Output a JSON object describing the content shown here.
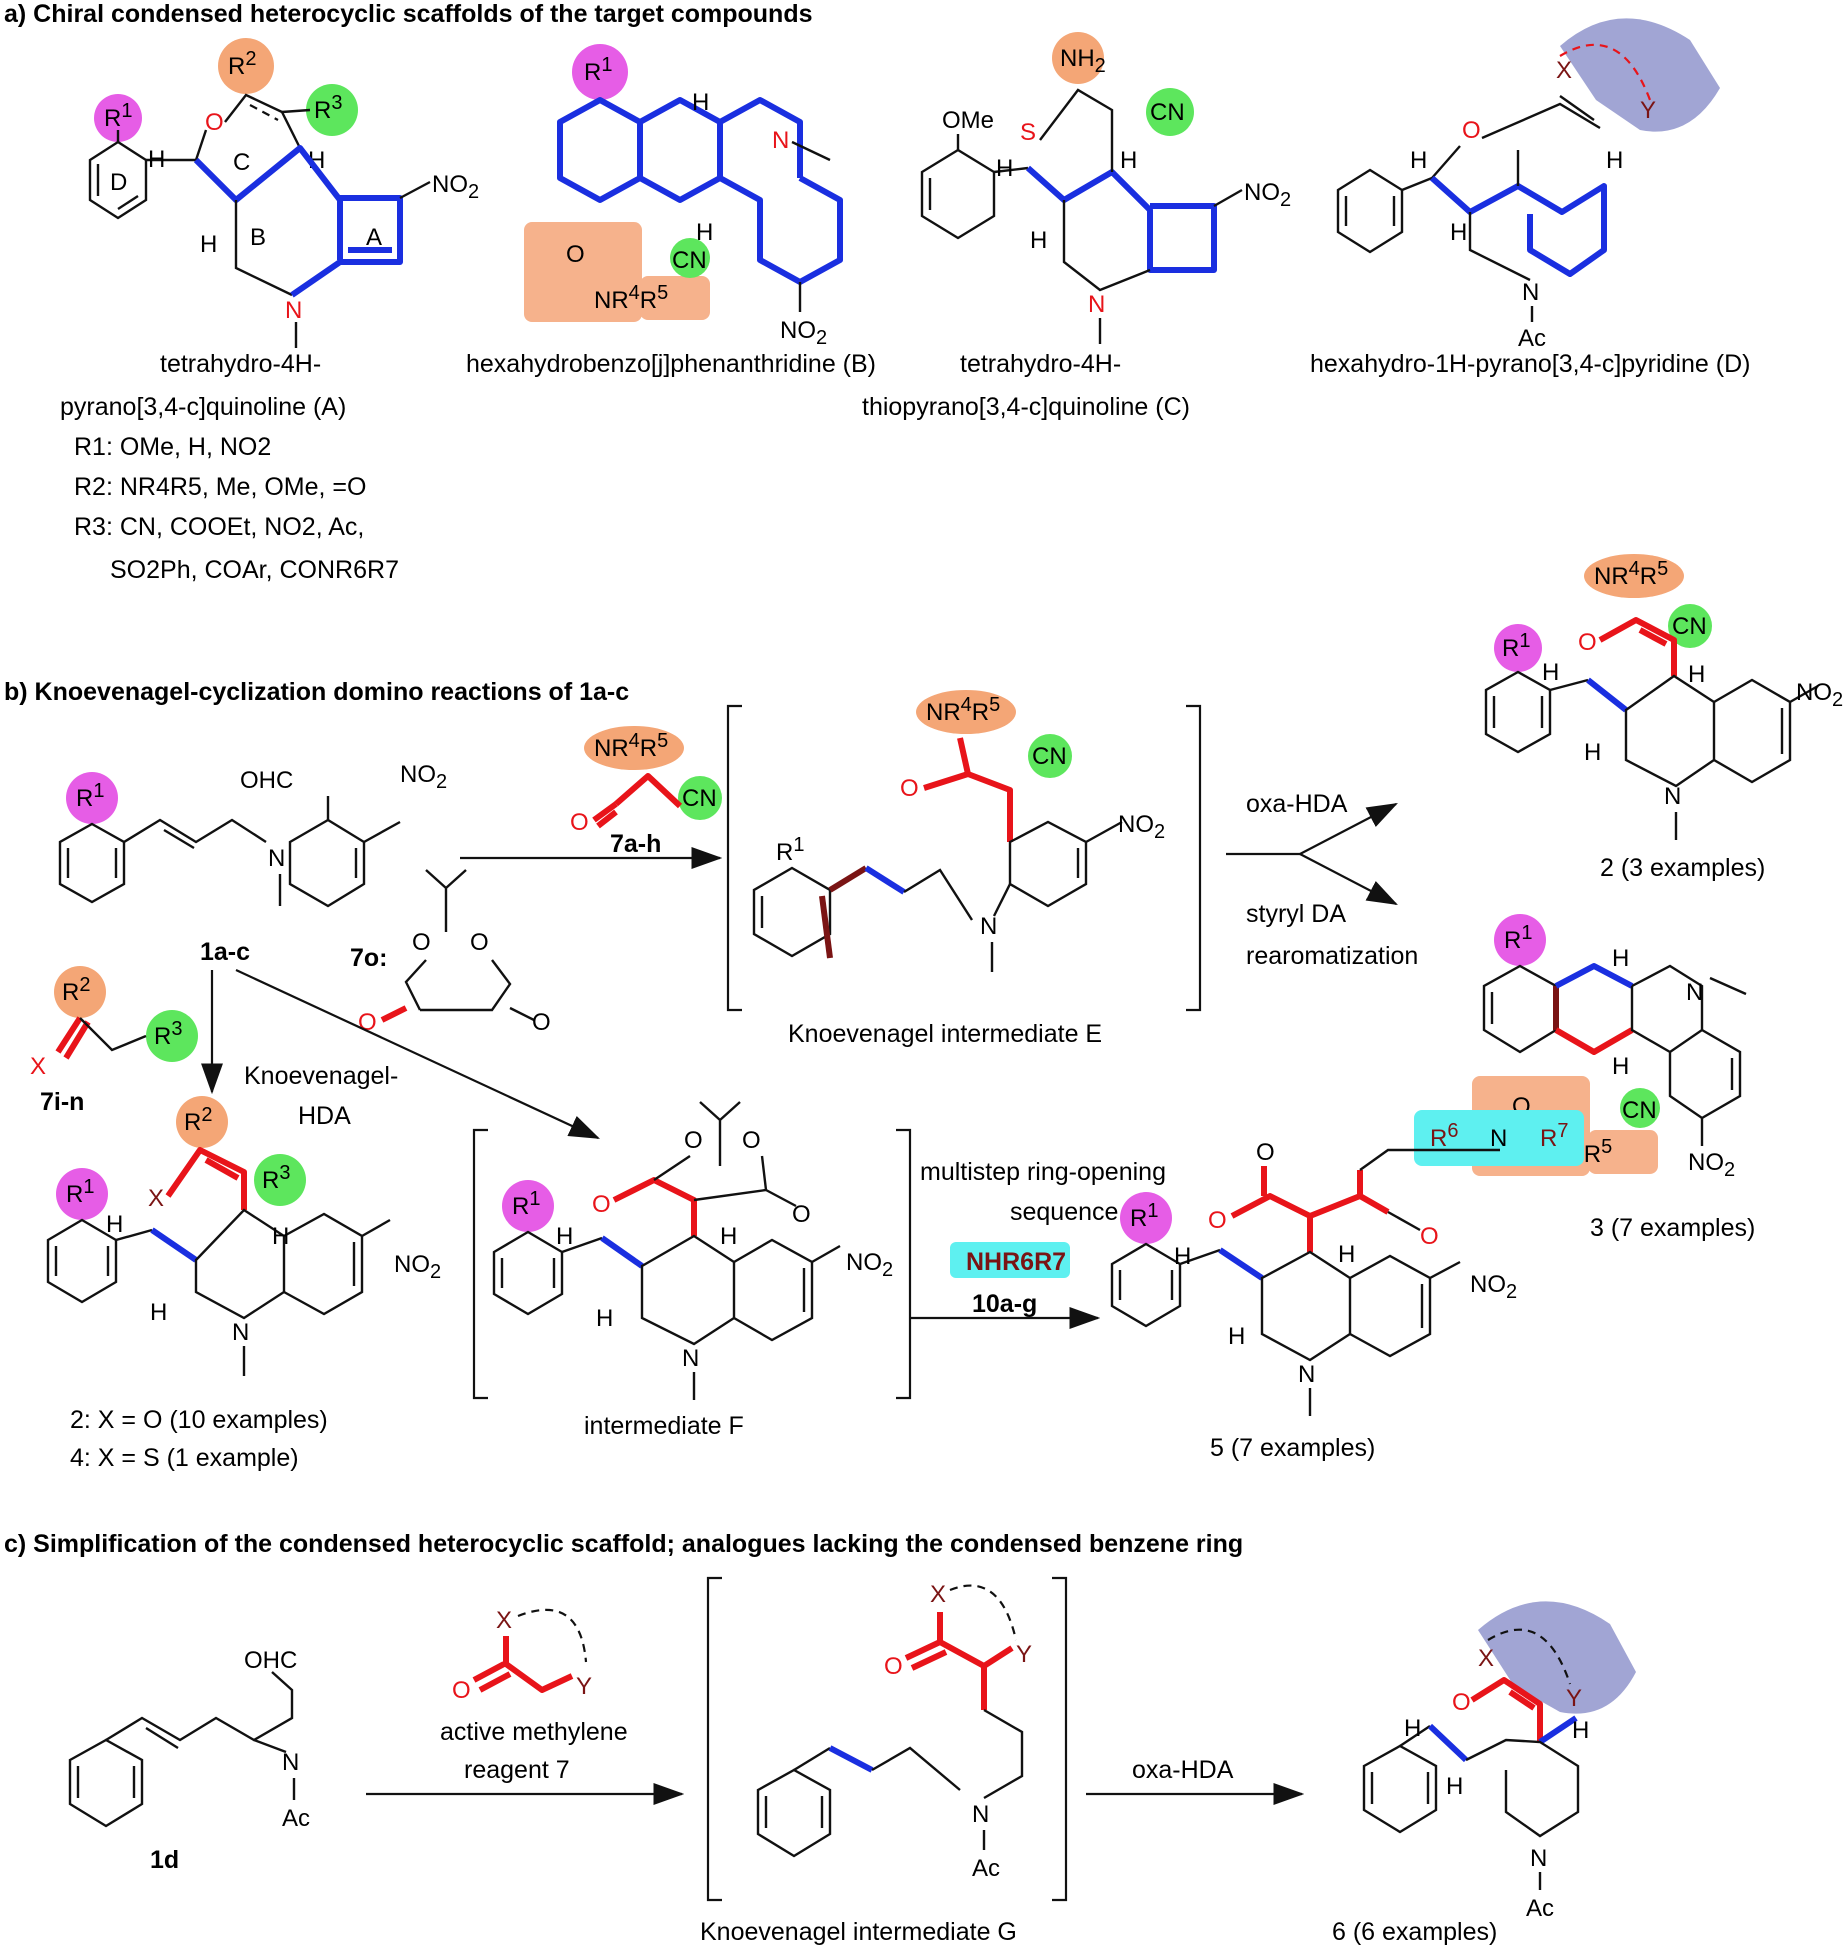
{
  "section_a": {
    "title": "a) Chiral condensed heterocyclic scaffolds of the target compounds",
    "scaffold_A": {
      "name_l1": "tetrahydro-4H-",
      "name_l2": "pyrano[3,4-c]quinoline (A)",
      "ring_C": "C",
      "ring_B": "B",
      "ring_A": "A",
      "ring_D": "D"
    },
    "scaffold_B": {
      "name": "hexahydrobenzo[j]phenanthridine (B)"
    },
    "scaffold_C": {
      "name_l1": "tetrahydro-4H-",
      "name_l2": "thiopyrano[3,4-c]quinoline (C)"
    },
    "scaffold_D": {
      "name": "hexahydro-1H-pyrano[3,4-c]pyridine (D)"
    },
    "substituents": {
      "r1": "R1: OMe, H, NO2",
      "r2": "R2: NR4R5, Me, OMe, =O",
      "r3_l1": "R3:  CN, COOEt, NO2, Ac,",
      "r3_l2": "SO2Ph, COAr, CONR6R7"
    }
  },
  "section_b": {
    "title": "b) Knoevenagel-cyclization domino reactions of 1a-c",
    "start_label": "1a-c",
    "reagent_7ah": "7a-h",
    "reagent_7o": "7o:",
    "reagent_7in": "7i-n",
    "step_knoev_hda_l1": "Knoevenagel-",
    "step_knoev_hda_l2": "HDA",
    "intermediate_E": "Knoevenagel intermediate E",
    "intermediate_F": "intermediate F",
    "oxa_hda": "oxa-HDA",
    "styryl_da": "styryl DA",
    "rearom": "rearomatization",
    "product_2_top": "2 (3 examples)",
    "product_3": "3 (7 examples)",
    "product_2_bottom": "2: X = O (10 examples)",
    "product_4": "4: X = S (1 example)",
    "ring_opening_l1": "multistep ring-opening",
    "ring_opening_l2": "sequence",
    "amine": "NHR6R7",
    "amine_label": "10a-g",
    "product_5": "5 (7 examples)"
  },
  "section_c": {
    "title": "c) Simplification of the condensed heterocyclic scaffold; analogues lacking the condensed benzene ring",
    "start_label": "1d",
    "reagent_l1": "active methylene",
    "reagent_l2": "reagent 7",
    "intermediate_G": "Knoevenagel intermediate G",
    "oxa_hda": "oxa-HDA",
    "product_6": "6 (6 examples)"
  },
  "colors": {
    "blue_bond": "#1a2fe0",
    "red_bond": "#e8141a",
    "brown_bond": "#7a1414",
    "r1_magenta": "#e65de6",
    "r2_orange": "#f4a676",
    "r3_green": "#5de65d",
    "amide_box": "#f6b28c",
    "amine_cyan": "#5ef0f0",
    "xy_box": "#8a8fc9"
  }
}
